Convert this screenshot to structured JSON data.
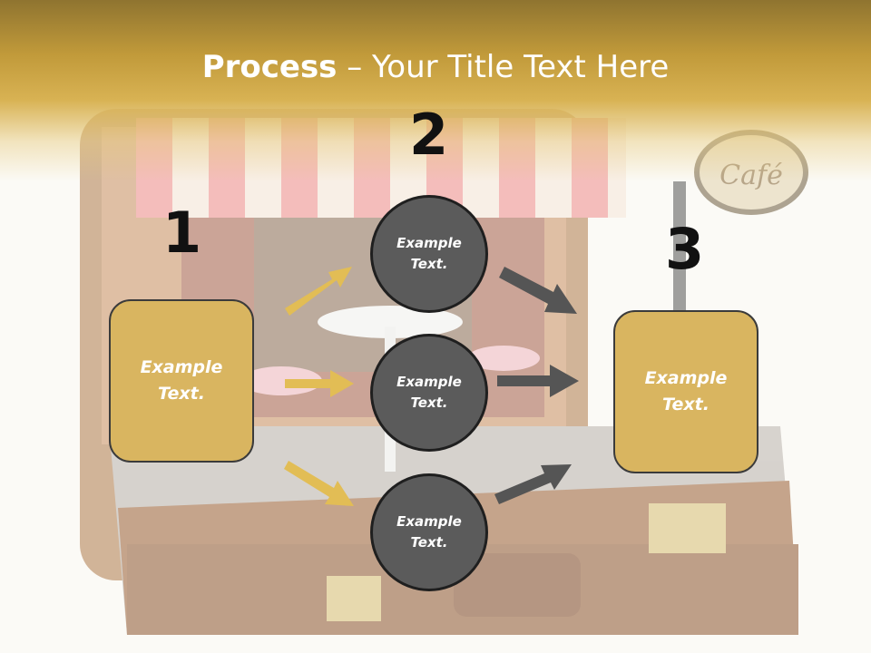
{
  "slide": {
    "title_bold": "Process",
    "title_rest": " – Your Title Text Here",
    "numbers": [
      "1",
      "2",
      "3"
    ],
    "left_box": {
      "line1": "Example",
      "line2": "Text."
    },
    "right_box": {
      "line1": "Example",
      "line2": "Text."
    },
    "circles": [
      {
        "line1": "Example",
        "line2": "Text."
      },
      {
        "line1": "Example",
        "line2": "Text."
      },
      {
        "line1": "Example",
        "line2": "Text."
      }
    ],
    "cafe_sign": "Café"
  },
  "colors": {
    "gold": "#d9b560",
    "circle_fill": "#5b5b5b",
    "arrow_gold": "#e2bd55",
    "arrow_gray": "#555555"
  },
  "icons": [
    "open-suitcase-cafe-background",
    "arrow-right-icon"
  ]
}
